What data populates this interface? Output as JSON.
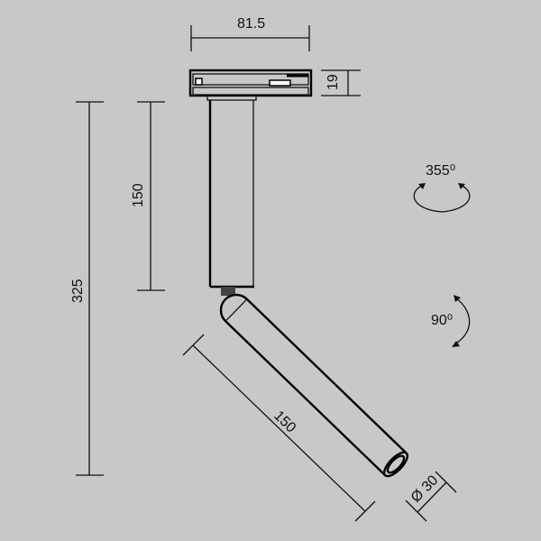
{
  "dimensions": {
    "adapter_width": "81.5",
    "adapter_height": "19",
    "stem_length": "150",
    "total_height": "325",
    "tube_length": "150",
    "tube_diameter": "Ø 30"
  },
  "rotation": {
    "horizontal": "355⁰",
    "vertical": "90⁰"
  }
}
